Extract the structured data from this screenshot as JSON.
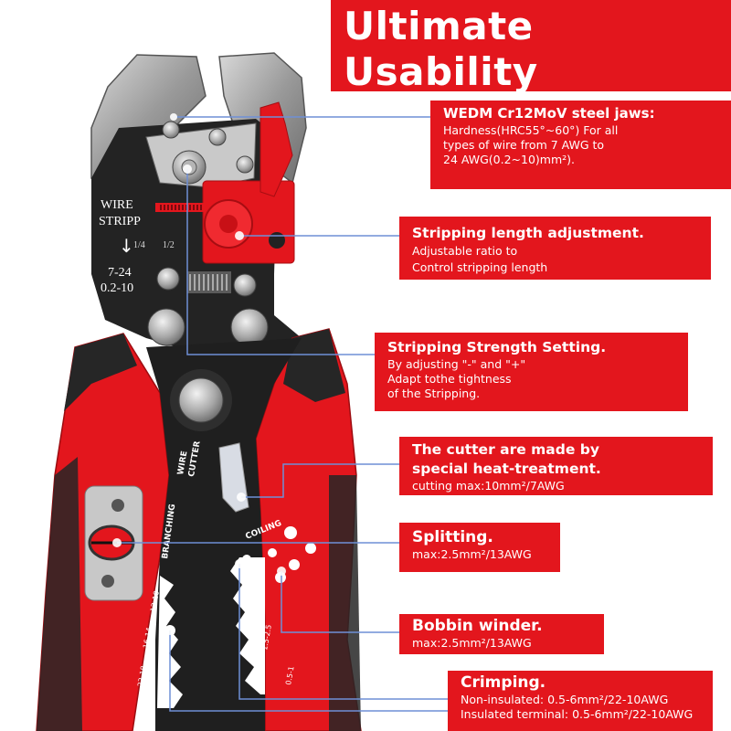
{
  "header": {
    "title": "Ultimate Usability",
    "subtitle_line1": "Easily cut, crimp,",
    "subtitle_line2": "or strip wires with one tool"
  },
  "features": {
    "jaws": {
      "title": "WEDM Cr12MoV steel jaws:",
      "line1": "Hardness(HRC55°~60°) For all",
      "line2": "types of wire from 7 AWG to",
      "line3": "24 AWG(0.2~10)mm²)."
    },
    "length": {
      "title": "Stripping length adjustment.",
      "line1": "Adjustable ratio to",
      "line2": "Control stripping length"
    },
    "strength": {
      "title": "Stripping Strength Setting.",
      "line1": "By adjusting \"-\" and \"+\"",
      "line2": "Adapt tothe tightness",
      "line3": "of the Stripping."
    },
    "cutter": {
      "title_line1": "The cutter are made by",
      "title_line2": "special heat-treatment.",
      "line1": "cutting max:10mm²/7AWG"
    },
    "splitting": {
      "title": "Splitting.",
      "line1": "max:2.5mm²/13AWG"
    },
    "bobbin": {
      "title": "Bobbin winder.",
      "line1": "max:2.5mm²/13AWG"
    },
    "crimping": {
      "title": "Crimping.",
      "line1": "Non-insulated: 0.5-6mm²/22-10AWG",
      "line2": "Insulated terminal: 0.5-6mm²/22-10AWG"
    }
  },
  "tool_markings": {
    "wire": "WIRE",
    "strip": "STRIPP",
    "scale_a": "1/4",
    "scale_b": "1/2",
    "range_a": "7-24",
    "range_b": "0.2-10",
    "wire_cutter_1": "WIRE",
    "wire_cutter_2": "CUTTER",
    "branching": "BRANCHING",
    "coiling": "COILING",
    "crimp_1": "12-10",
    "crimp_2": "16-14",
    "crimp_3": "22-18",
    "crimp_4": "4-6",
    "crimp_5": "1.5-2.5",
    "crimp_6": "0.5-1"
  },
  "colors": {
    "accent_red": "#e3161d",
    "handle_black": "#262626",
    "steel": "#9a9a9a"
  }
}
